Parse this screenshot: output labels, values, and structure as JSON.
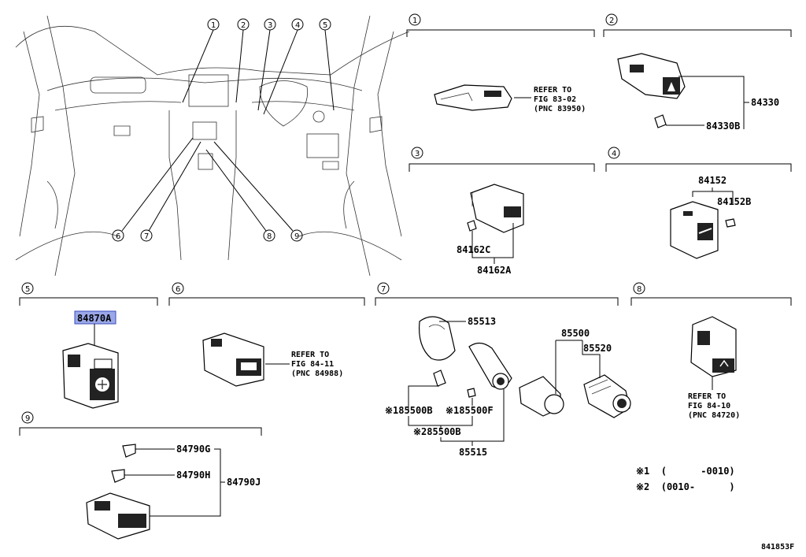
{
  "figure_id": "841853F",
  "sections": [
    {
      "num": "1"
    },
    {
      "num": "2"
    },
    {
      "num": "3"
    },
    {
      "num": "4"
    },
    {
      "num": "5"
    },
    {
      "num": "6"
    },
    {
      "num": "7"
    },
    {
      "num": "8"
    },
    {
      "num": "9"
    }
  ],
  "overview_callouts": [
    "1",
    "2",
    "3",
    "4",
    "5",
    "6",
    "7",
    "8",
    "9"
  ],
  "refs": {
    "s1": {
      "l1": "REFER TO",
      "l2": "FIG 83-02",
      "l3": "(PNC 83950)"
    },
    "s6": {
      "l1": "REFER TO",
      "l2": "FIG 84-11",
      "l3": "(PNC 84988)"
    },
    "s8": {
      "l1": "REFER TO",
      "l2": "FIG 84-10",
      "l3": "(PNC 84720)"
    }
  },
  "parts": {
    "p84330": "84330",
    "p84330B": "84330B",
    "p84162C": "84162C",
    "p84162A": "84162A",
    "p84152": "84152",
    "p84152B": "84152B",
    "p84870A": "84870A",
    "p85513": "85513",
    "p85500": "85500",
    "p85520": "85520",
    "p85500B1": "※185500B",
    "p85500F": "※185500F",
    "p85500B2": "※285500B",
    "p85515": "85515",
    "p84790G": "84790G",
    "p84790H": "84790H",
    "p84790J": "84790J"
  },
  "notes": {
    "n1": "※1  (      -0010)",
    "n2": "※2  (0010-      )"
  }
}
